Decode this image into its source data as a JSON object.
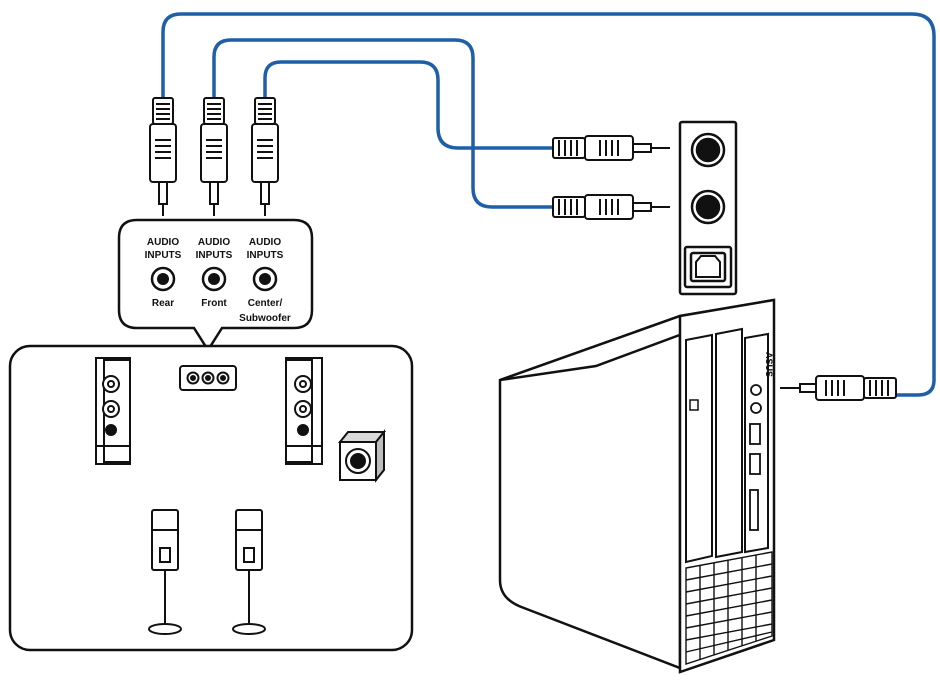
{
  "jack_panel": {
    "jacks": [
      {
        "top": "AUDIO",
        "mid": "INPUTS",
        "bottom": "Rear"
      },
      {
        "top": "AUDIO",
        "mid": "INPUTS",
        "bottom": "Front"
      },
      {
        "top": "AUDIO",
        "mid": "INPUTS",
        "bottom": "Center/",
        "bottom2": "Subwoofer"
      }
    ]
  },
  "pc": {
    "brand": "ASUS"
  },
  "colors": {
    "cable": "#1f5fa8",
    "line": "#111111",
    "fill": "#ffffff"
  }
}
